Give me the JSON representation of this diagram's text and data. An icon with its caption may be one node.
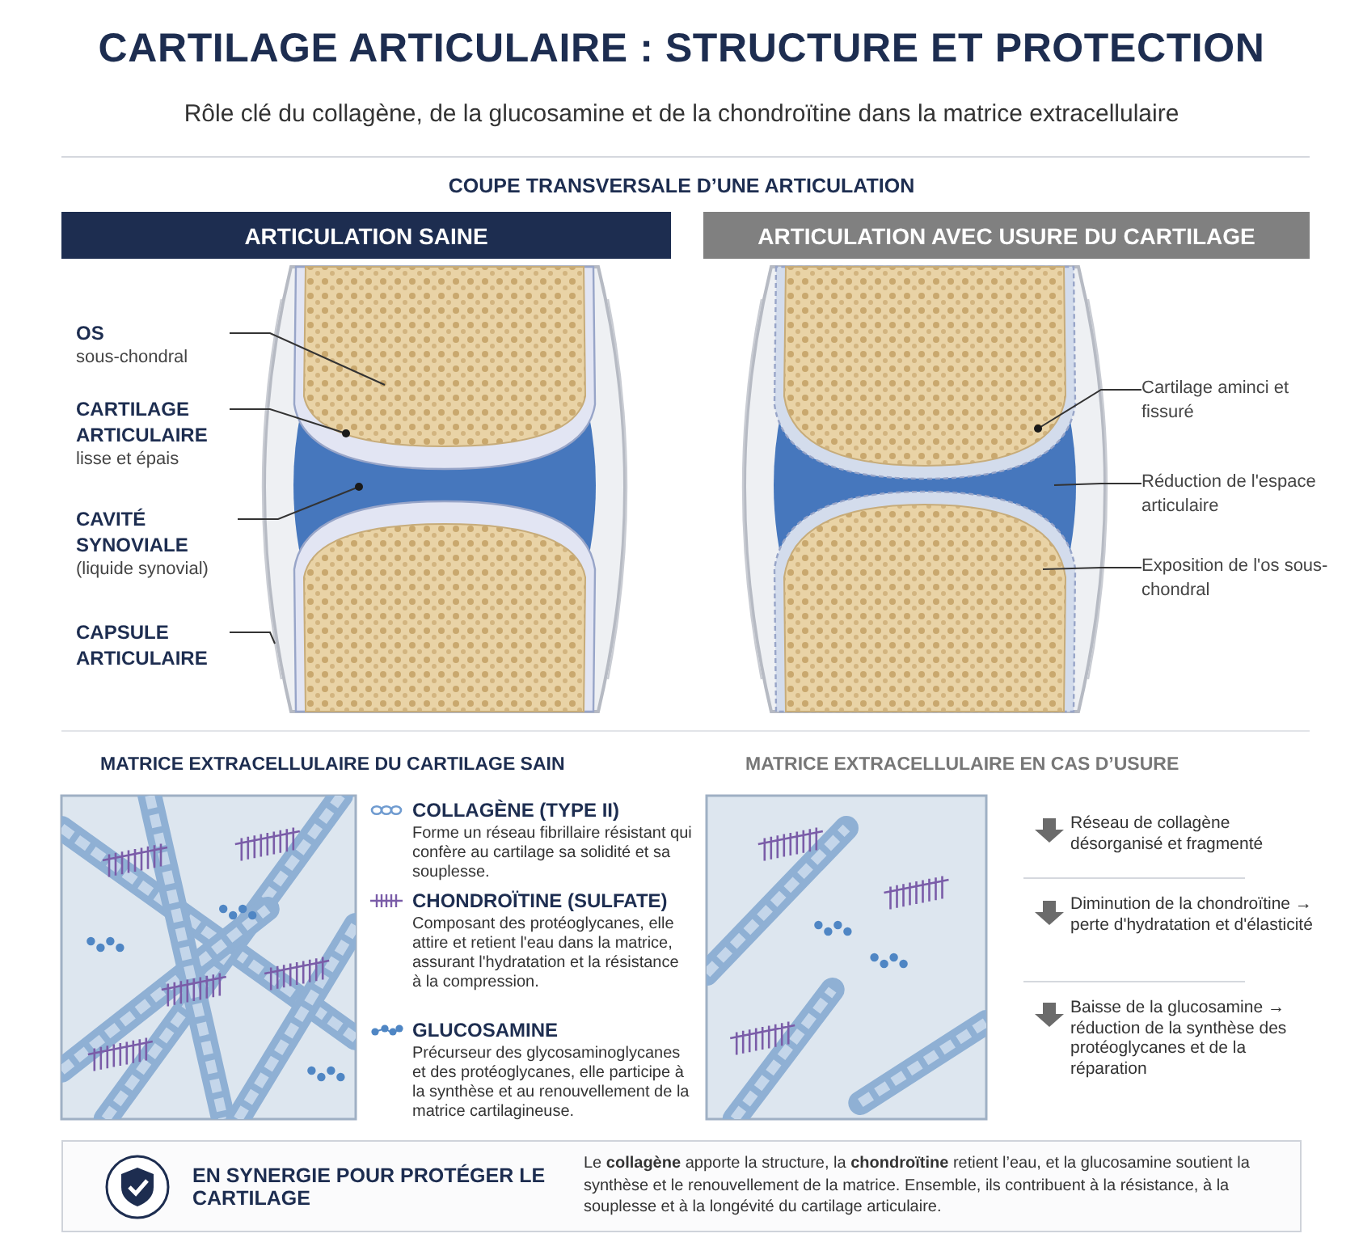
{
  "diagram": {
    "title": "CARTILAGE ARTICULAIRE : STRUCTURE ET PROTECTION",
    "nodes": [
      {
        "text": [
          "ARTICULATION SAINE"
        ]
      },
      {
        "text": [
          "ARTICULATION AVEC USURE DU CARTILAGE"
        ]
      },
      {
        "text": [
          "OS",
          "sous-chondral"
        ]
      },
      {
        "text": [
          "CARTILAGE ARTICULAIRE",
          "lisse et épais"
        ]
      },
      {
        "text": [
          "CAVITÉ SYNOVIALE",
          "(liquide synovial)"
        ]
      },
      {
        "text": [
          "CAPSULE ARTICULAIRE"
        ]
      },
      {
        "text": [
          "Cartilage aminci et fissuré"
        ]
      },
      {
        "text": [
          "Réduction de l'espace articulaire"
        ]
      },
      {
        "text": [
          "Exposition de l'os sous-chondral"
        ]
      },
      {
        "text": [
          "EN SYNERGIE POUR PROTÉGER LE CARTILAGE",
          "Le **collagène** apporte la structure, la **chondroïtine** retient l’eau, et la glucosamine soutient la synthèse et le renouvellement de la matrice. Ensemble, ils contribuent à la résistance, à la souplesse et à la longévité du cartilage articulaire."
        ]
      }
    ],
    "edges": [
      {
        "from": 2,
        "to": null,
        "arrow": "none"
      },
      {
        "from": 3,
        "to": null,
        "arrow": "other"
      },
      {
        "from": 4,
        "to": null,
        "arrow": "other"
      },
      {
        "from": 5,
        "to": null,
        "arrow": "none"
      },
      {
        "from": 6,
        "to": null,
        "arrow": "other"
      },
      {
        "from": 7,
        "to": null,
        "arrow": "none"
      },
      {
        "from": 8,
        "to": null,
        "arrow": "none"
      }
    ],
    "labels": [
      "Rôle clé du collagène, de la glucosamine et de la chondroïtine dans la matrice extracellulaire",
      "COUPE TRANSVERSALE D’UNE ARTICULATION",
      "MATRICE EXTRACELLULAIRE DU CARTILAGE SAIN",
      "COLLAGÈNE (TYPE II)",
      "Forme un réseau fibrillaire résistant qui confère au cartilage sa solidité et sa souplesse.",
      "CHONDROÏTINE (SULFATE)",
      "Composant des protéoglycanes, elle attire et retient l'eau dans la matrice, assurant l'hydratation et la résistance à la compression.",
      "GLUCOSAMINE",
      "Précurseur des glycosaminoglycanes et des protéoglycanes, elle participe à la synthèse et au renouvellement de la matrice cartilagineuse.",
      "MATRICE EXTRACELLULAIRE EN CAS D’USURE",
      "Réseau de collagène désorganisé et fragmenté",
      "Diminution de la chondroïtine → perte d'hydratation et d'élasticité",
      "Baisse de la glucosamine → réduction de la synthèse des protéoglycanes et de la réparation"
    ]
  }
}
